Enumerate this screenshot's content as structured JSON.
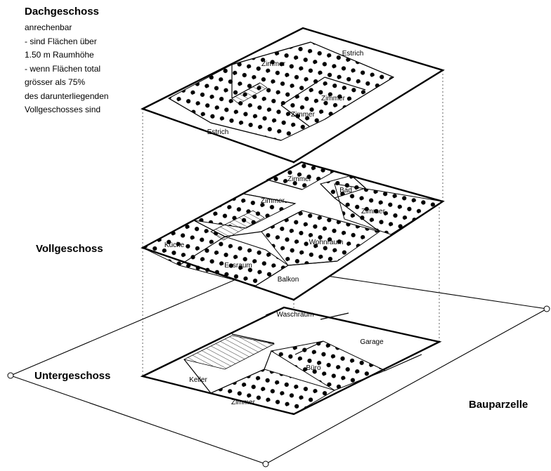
{
  "floors": {
    "dach": {
      "title": "Dachgeschoss",
      "note": [
        "anrechenbar",
        "- sind Flächen über",
        "1.50 m Raumhöhe",
        "- wenn Flächen total",
        "grösser als 75%",
        "des darunterliegenden",
        "Vollgeschosses sind"
      ],
      "rooms": [
        "Estrich",
        "Zimmer",
        "Zimmer",
        "Zimmer",
        "Estrich"
      ]
    },
    "voll": {
      "title": "Vollgeschoss",
      "rooms": [
        "Zimmer",
        "Bad",
        "Zimmer",
        "Zimmer",
        "Küche",
        "Wohnraum",
        "Essraum",
        "Balkon"
      ]
    },
    "unter": {
      "title": "Untergeschoss",
      "rooms": [
        "Waschraum",
        "Garage",
        "Büro",
        "Keller",
        "Zimmer"
      ]
    }
  },
  "parcel": {
    "label": "Bauparzelle"
  }
}
